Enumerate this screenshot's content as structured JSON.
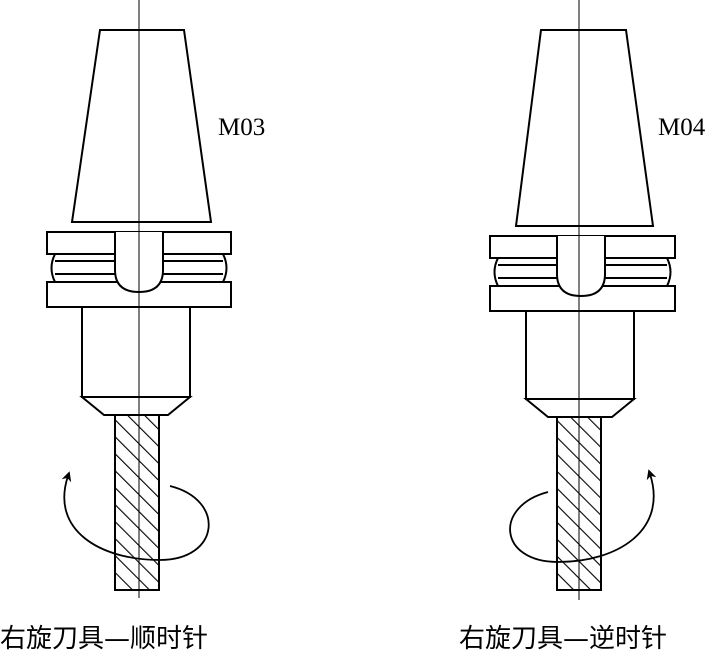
{
  "figures": [
    {
      "code": "M03",
      "caption": "右旋刀具—顺时针"
    },
    {
      "code": "M04",
      "caption": "右旋刀具—逆时针"
    }
  ]
}
